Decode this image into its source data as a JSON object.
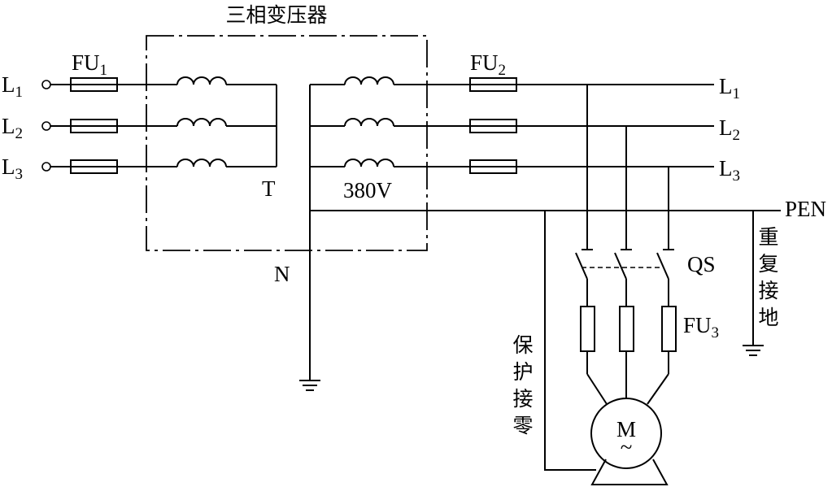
{
  "transformer_title": "三相变压器",
  "transformer_label": "T",
  "voltage_label": "380V",
  "neutral_label": "N",
  "fuse1": {
    "main": "FU",
    "sub": "1"
  },
  "fuse2": {
    "main": "FU",
    "sub": "2"
  },
  "fuse3": {
    "main": "FU",
    "sub": "3"
  },
  "switch_label": "QS",
  "pen_label": "PEN",
  "input_lines": [
    {
      "main": "L",
      "sub": "1"
    },
    {
      "main": "L",
      "sub": "2"
    },
    {
      "main": "L",
      "sub": "3"
    }
  ],
  "output_lines": [
    {
      "main": "L",
      "sub": "1"
    },
    {
      "main": "L",
      "sub": "2"
    },
    {
      "main": "L",
      "sub": "3"
    }
  ],
  "repeat_ground_chars": [
    "重",
    "复",
    "接",
    "地"
  ],
  "protect_neutral_chars": [
    "保",
    "护",
    "接",
    "零"
  ],
  "motor": {
    "label": "M",
    "symbol": "~"
  }
}
